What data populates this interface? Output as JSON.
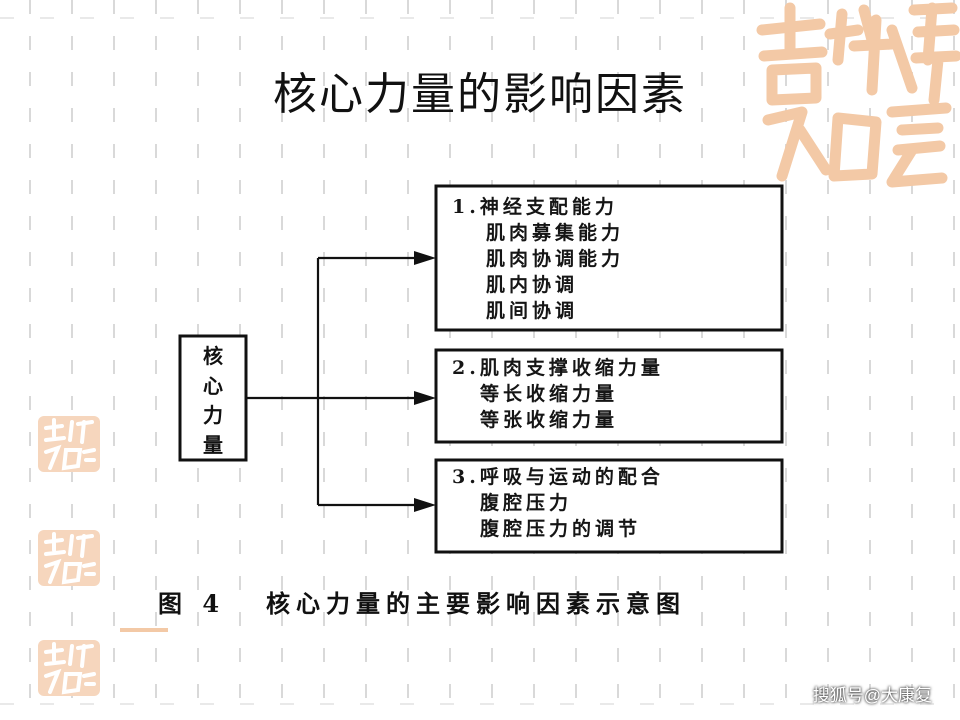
{
  "slide": {
    "title": "核心力量的影响因素"
  },
  "diagram": {
    "core_chars": [
      "核",
      "心",
      "力",
      "量"
    ],
    "groups": [
      {
        "heading": "1.神经支配能力",
        "items": [
          "肌肉募集能力",
          "肌肉协调能力",
          "肌内协调",
          "肌间协调"
        ]
      },
      {
        "heading": "2.肌肉支撑收缩力量",
        "items": [
          "等长收缩力量",
          "等张收缩力量"
        ]
      },
      {
        "heading": "3.呼吸与运动的配合",
        "items": [
          "腹腔压力",
          "腹腔压力的调节"
        ]
      }
    ],
    "caption": {
      "figure": "图 4",
      "text": "核心力量的主要影响因素示意图"
    }
  },
  "watermark": "搜狐号@大康复",
  "decor": {
    "seal_icon": "auspicious-seal-icon",
    "seal_color": "#f3c9a6",
    "line_color": "#111111"
  }
}
